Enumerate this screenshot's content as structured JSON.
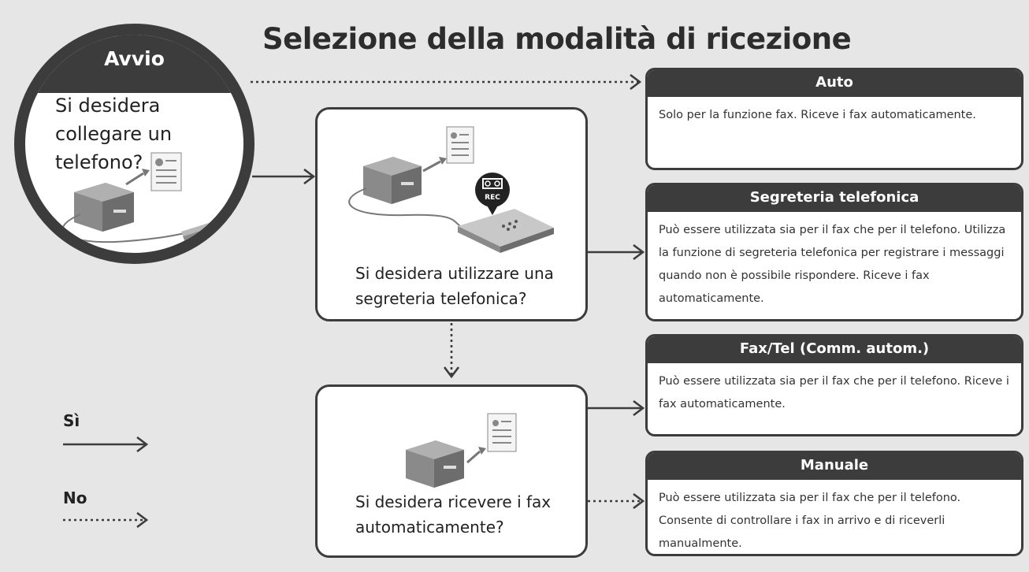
{
  "title": "Selezione della modalità di ricezione",
  "start": {
    "label": "Avvio",
    "question": "Si desidera collegare un telefono?"
  },
  "decisions": [
    {
      "id": "answering-machine",
      "question": "Si desidera utilizzare una segreteria telefonica?"
    },
    {
      "id": "auto-receive",
      "question": "Si desidera ricevere i fax automaticamente?"
    }
  ],
  "results": [
    {
      "title": "Auto",
      "description": "Solo per la funzione fax. Riceve i fax automaticamente."
    },
    {
      "title": "Segreteria telefonica",
      "description": "Può essere utilizzata sia per il fax che per il telefono. Utilizza la funzione di segreteria telefonica per registrare i messaggi quando non è possibile rispondere. Riceve i fax automaticamente."
    },
    {
      "title": "Fax/Tel (Comm. autom.)",
      "description": "Può essere utilizzata sia per il fax che per il telefono. Riceve i fax automaticamente."
    },
    {
      "title": "Manuale",
      "description": "Può essere utilizzata sia per il fax che per il telefono. Consente di controllare i fax in arrivo e di riceverli manualmente."
    }
  ],
  "legend": {
    "yes_label": "Sì",
    "no_label": "No"
  },
  "icons": {
    "rec_badge": "REC"
  },
  "colors": {
    "dark": "#3c3c3c",
    "background": "#e6e6e6",
    "box": "#ffffff",
    "printer": "#7a7a7a"
  }
}
